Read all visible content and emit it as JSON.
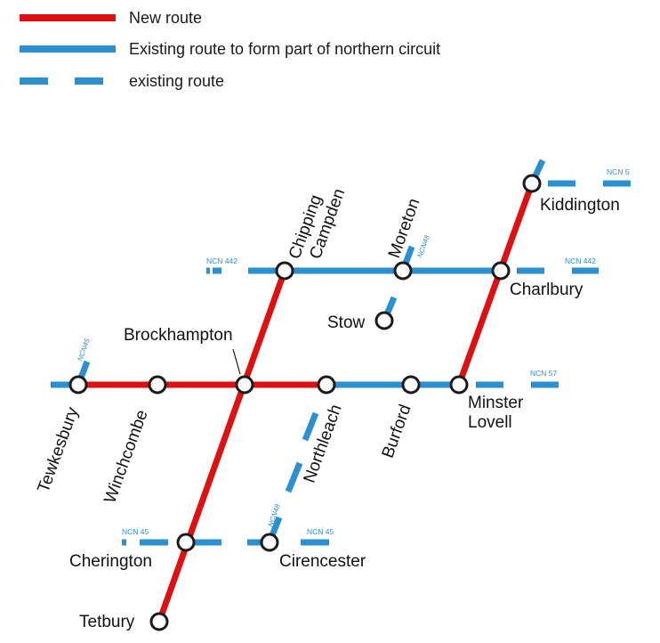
{
  "legend": {
    "new_route": "New route",
    "existing_northern": "Existing route to form part of northern circuit",
    "existing": "existing route"
  },
  "colors": {
    "new_route": "#dd1111",
    "existing_route": "#2b8fd0",
    "node_stroke": "#1a1a1a"
  },
  "stations": {
    "kiddington": "Kiddington",
    "chipping_campden": [
      "Chipping",
      "Campden"
    ],
    "moreton": "Moreton",
    "charlbury": "Charlbury",
    "stow": "Stow",
    "brockhampton": "Brockhampton",
    "tewkesbury": "Tewkesbury",
    "winchcombe": "Winchcombe",
    "northleach": "Northleach",
    "burford": "Burford",
    "minster_lovell": [
      "Minster",
      "Lovell"
    ],
    "cherington": "Cherington",
    "cirencester": "Cirencester",
    "tetbury": "Tetbury"
  },
  "ncn_labels": {
    "ncn5": "NCN 5",
    "ncn442_left": "NCN 442",
    "ncn442_right": "NCN 442",
    "ncn48_moreton": "NCN48",
    "ncn45_tewkesbury": "NCN45",
    "ncn57": "NCN 57",
    "ncn45_cherington": "NCN 45",
    "ncn48_cirencester": "NCN48",
    "ncn45_cirencester": "NCN 45"
  }
}
